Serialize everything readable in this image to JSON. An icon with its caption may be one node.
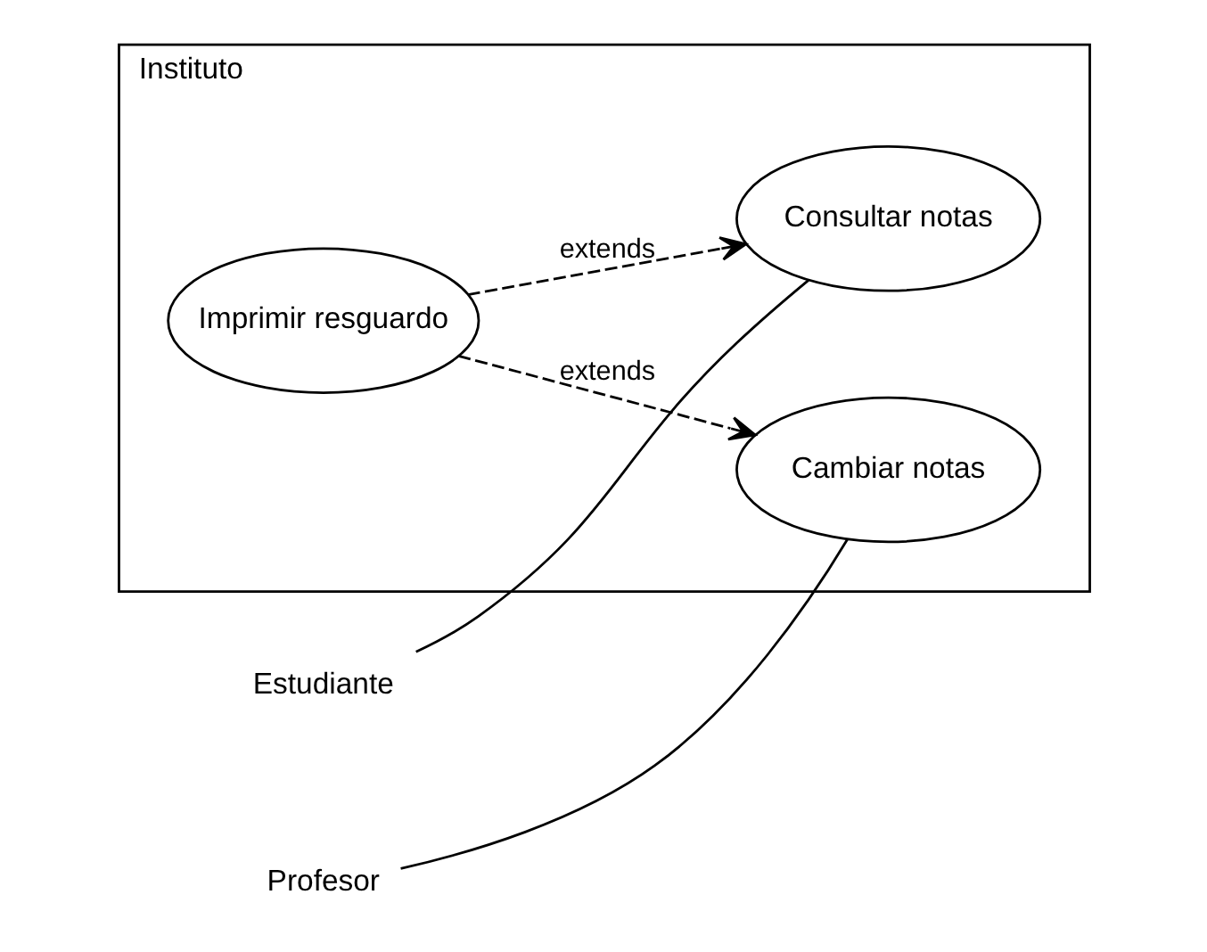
{
  "diagram": {
    "nodes": [
      {
        "text": [
          "Instituto"
        ]
      },
      {
        "text": [
          "Estudiante"
        ]
      },
      {
        "text": [
          "Consultar notas"
        ],
        "in": 0
      },
      {
        "text": [
          "Imprimir resguardo"
        ],
        "in": 0
      },
      {
        "text": [
          "Profesor"
        ]
      },
      {
        "text": [
          "Cambiar notas"
        ],
        "in": 0
      }
    ],
    "edges": [
      {
        "from": 1,
        "to": 2,
        "arrow": "none"
      },
      {
        "from": 3,
        "to": 2,
        "arrow": "to",
        "label": "extends",
        "style": "dashed"
      },
      {
        "from": 3,
        "to": 5,
        "arrow": "to",
        "label": "extends",
        "style": "dashed"
      },
      {
        "from": 4,
        "to": 5,
        "arrow": "none"
      }
    ]
  }
}
